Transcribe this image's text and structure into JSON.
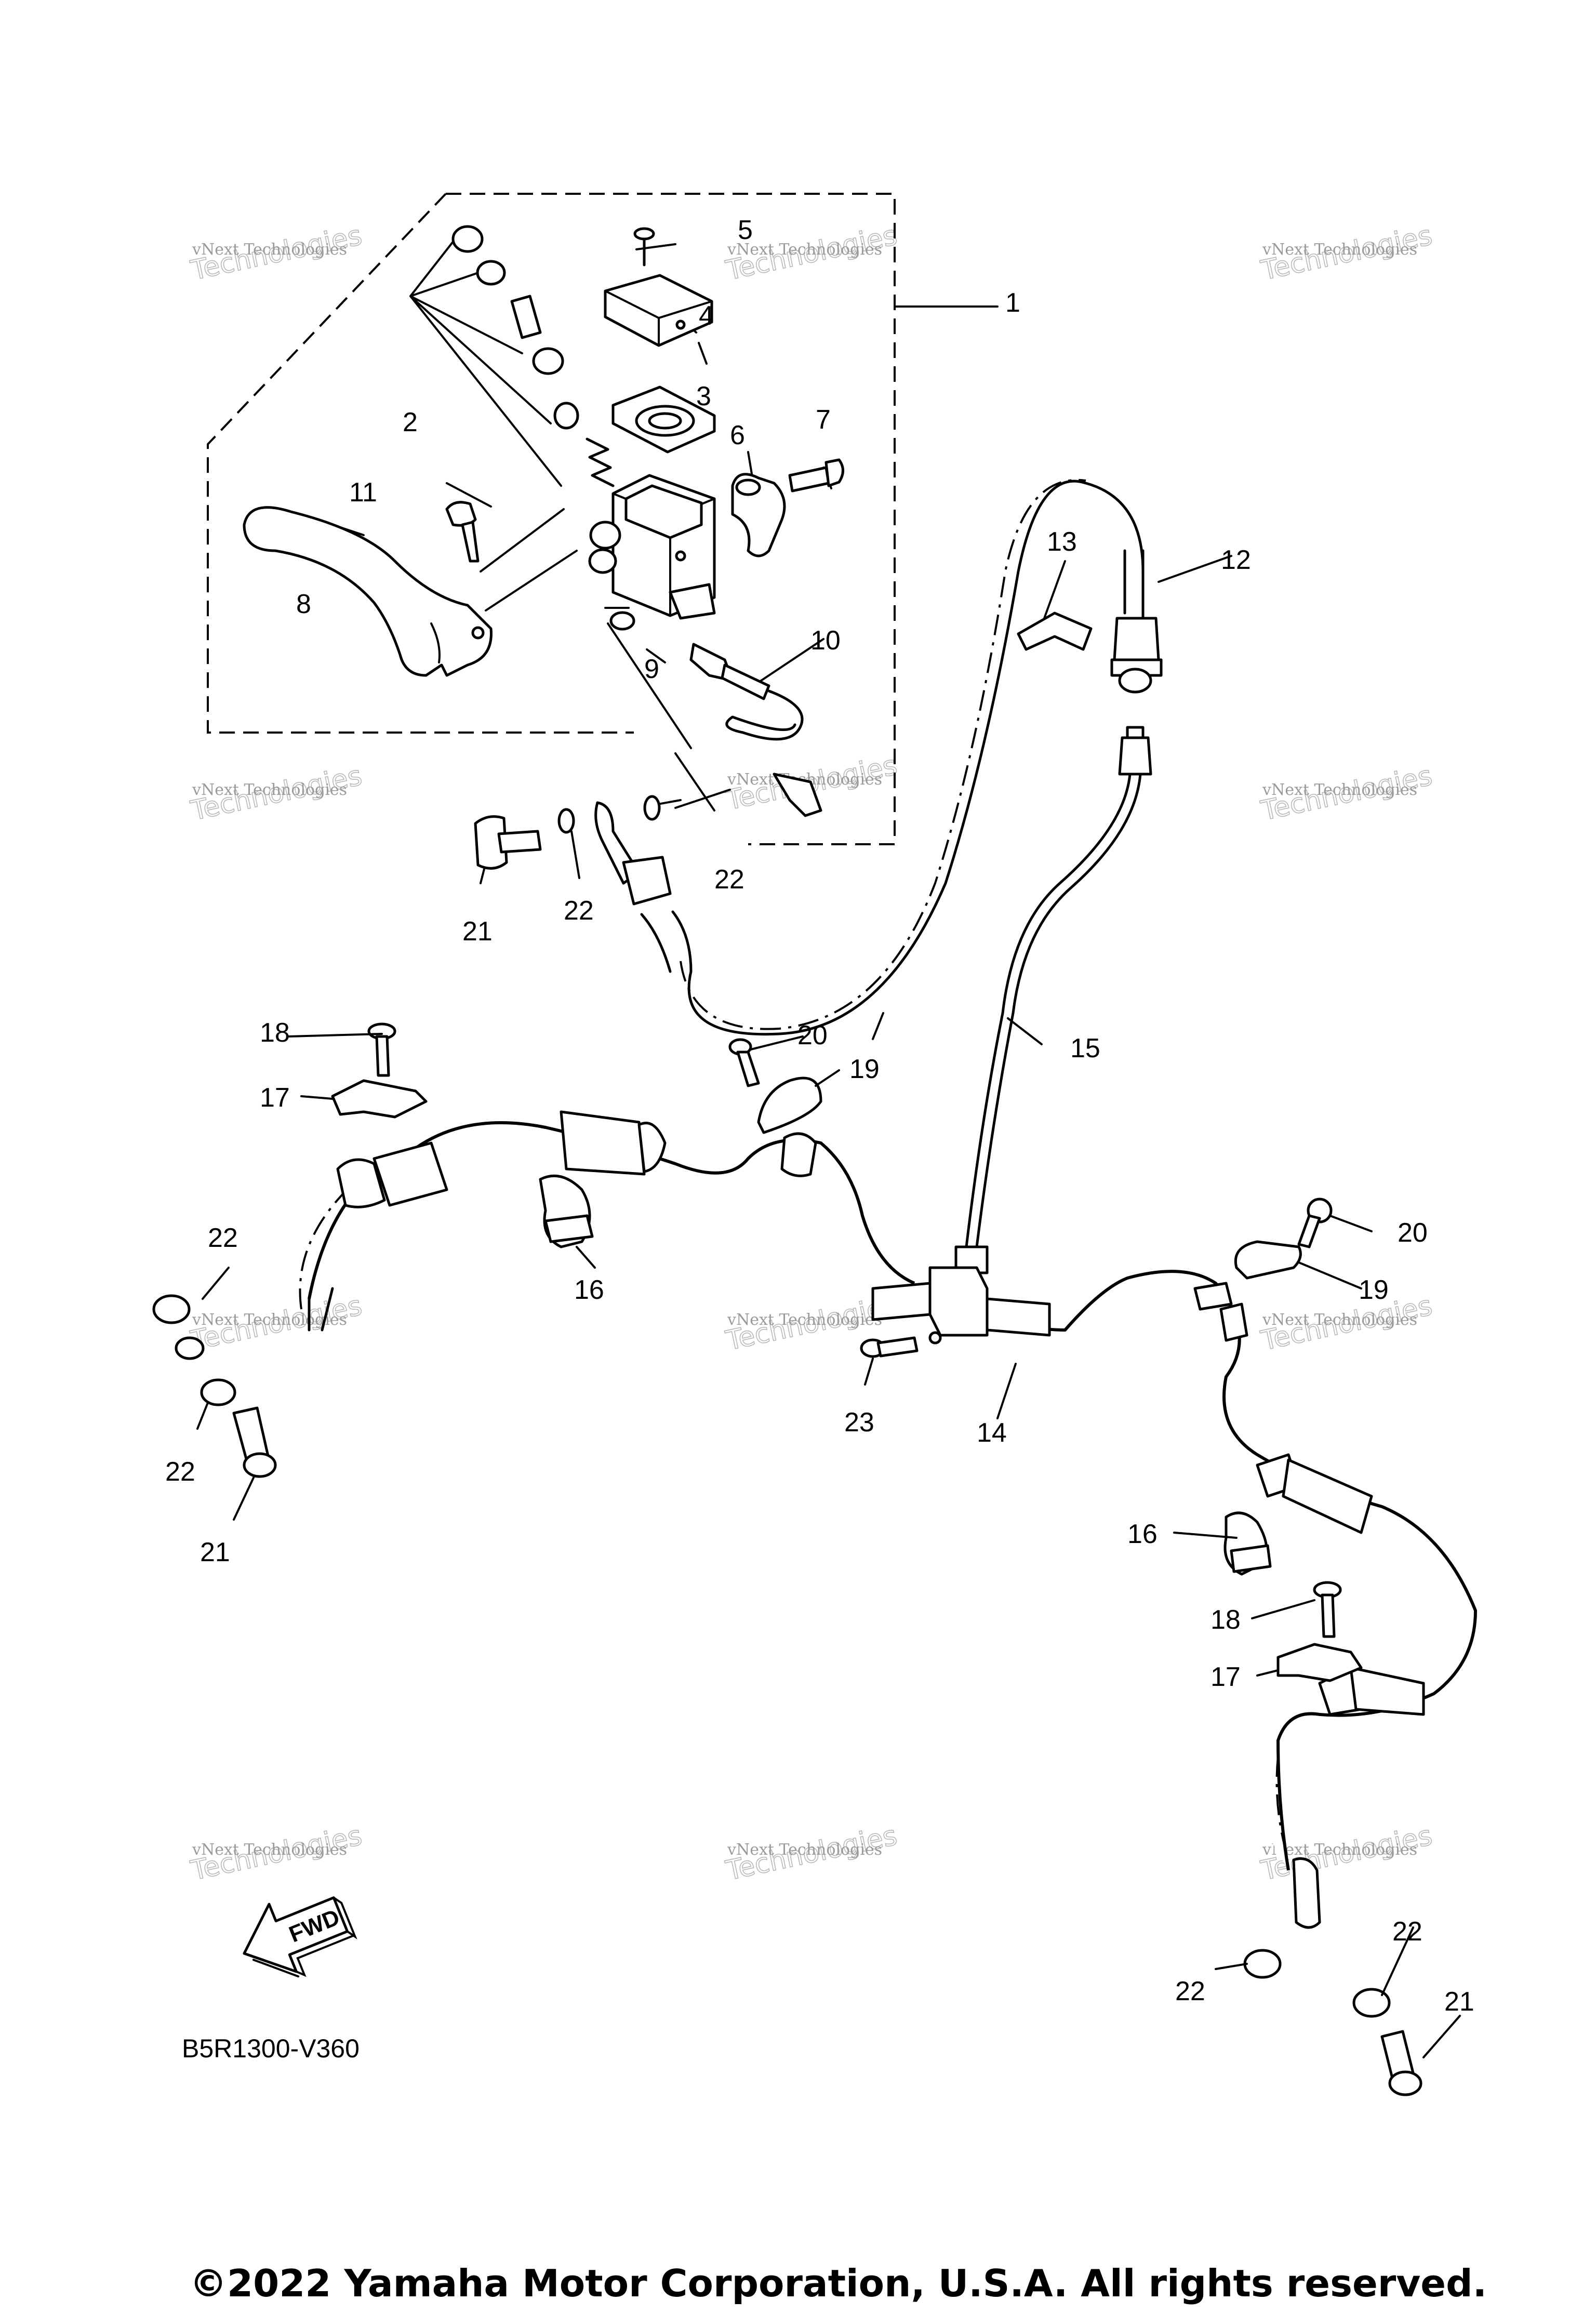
{
  "callouts": [
    {
      "label": "1"
    },
    {
      "label": "2"
    },
    {
      "label": "3"
    },
    {
      "label": "4"
    },
    {
      "label": "5"
    },
    {
      "label": "6"
    },
    {
      "label": "7"
    },
    {
      "label": "8"
    },
    {
      "label": "9"
    },
    {
      "label": "10"
    },
    {
      "label": "11"
    },
    {
      "label": "12"
    },
    {
      "label": "13"
    },
    {
      "label": "14"
    },
    {
      "label": "15"
    },
    {
      "label": "16"
    },
    {
      "label": "16"
    },
    {
      "label": "17"
    },
    {
      "label": "17"
    },
    {
      "label": "18"
    },
    {
      "label": "18"
    },
    {
      "label": "19"
    },
    {
      "label": "19"
    },
    {
      "label": "20"
    },
    {
      "label": "20"
    },
    {
      "label": "21"
    },
    {
      "label": "21"
    },
    {
      "label": "21"
    },
    {
      "label": "22"
    },
    {
      "label": "22"
    },
    {
      "label": "22"
    },
    {
      "label": "22"
    },
    {
      "label": "22"
    },
    {
      "label": "22"
    },
    {
      "label": "23"
    }
  ],
  "watermark": {
    "line1": "vNext Technologies",
    "line2": "Technologies",
    "line3": "vNext"
  },
  "fwd_label": "FWD",
  "diagram_code": "B5R1300-V360",
  "copyright": "©2022 Yamaha Motor Corporation, U.S.A. All rights reserved."
}
